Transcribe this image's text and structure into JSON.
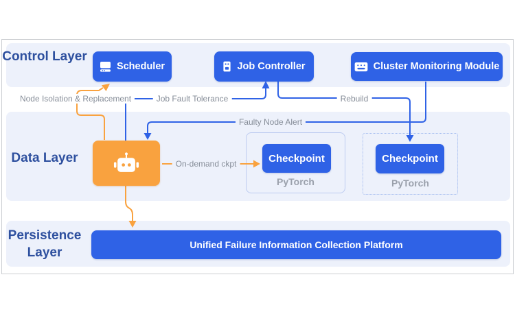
{
  "layers": [
    {
      "title": "Control Layer"
    },
    {
      "title": "Data Layer"
    },
    {
      "title": "Persistence Layer"
    }
  ],
  "nodes": {
    "scheduler": {
      "label": "Scheduler",
      "icon": "computer-drive-icon"
    },
    "job_controller": {
      "label": "Job Controller",
      "icon": "server-tower-icon"
    },
    "cluster_monitoring": {
      "label": "Cluster Monitoring Module",
      "icon": "monitoring-panel-icon"
    },
    "agent": {
      "icon": "robot-icon"
    },
    "checkpoint_left": {
      "label": "Checkpoint",
      "framework": "PyTorch"
    },
    "checkpoint_right": {
      "label": "Checkpoint",
      "framework": "PyTorch"
    },
    "platform": {
      "label": "Unified Failure Information Collection Platform"
    }
  },
  "edge_labels": {
    "node_isolation": "Node Isolation & Replacement",
    "job_fault": "Job Fault Tolerance",
    "rebuild": "Rebuild",
    "faulty_node": "Faulty Node Alert",
    "on_demand": "On-demand ckpt"
  },
  "colors": {
    "primary_blue": "#2f62e6",
    "accent_orange": "#f9a23f",
    "band_background": "#edf1fb",
    "title_blue": "#2e509f",
    "label_gray": "#868d98"
  }
}
